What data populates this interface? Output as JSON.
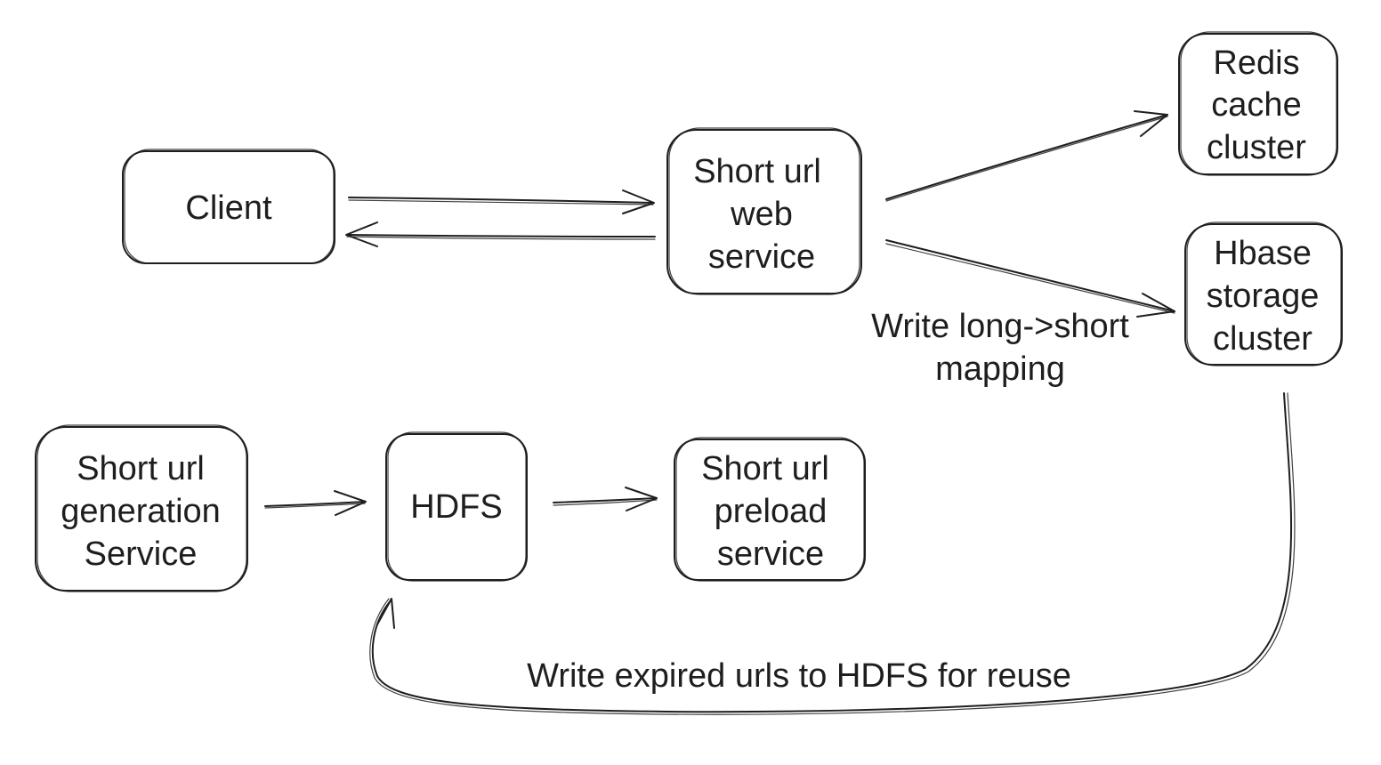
{
  "nodes": {
    "client": {
      "lines": [
        "Client"
      ]
    },
    "web_service": {
      "lines": [
        "Short url",
        "web",
        "service"
      ]
    },
    "redis": {
      "lines": [
        "Redis",
        "cache",
        "cluster"
      ]
    },
    "hbase": {
      "lines": [
        "Hbase",
        "storage",
        "cluster"
      ]
    },
    "generation": {
      "lines": [
        "Short url",
        "generation",
        "Service"
      ]
    },
    "hdfs": {
      "lines": [
        "HDFS"
      ]
    },
    "preload": {
      "lines": [
        "Short url",
        "preload",
        "service"
      ]
    }
  },
  "edges": {
    "client_to_web": {
      "from": "Client",
      "to": "Short url web service",
      "label": ""
    },
    "web_to_client": {
      "from": "Short url web service",
      "to": "Client",
      "label": ""
    },
    "web_to_redis": {
      "from": "Short url web service",
      "to": "Redis cache cluster",
      "label": ""
    },
    "web_to_hbase": {
      "from": "Short url web service",
      "to": "Hbase storage cluster",
      "label_lines": [
        "Write long->short",
        "mapping"
      ]
    },
    "generation_to_hdfs": {
      "from": "Short url generation Service",
      "to": "HDFS",
      "label": ""
    },
    "hdfs_to_preload": {
      "from": "HDFS",
      "to": "Short url preload service",
      "label": ""
    },
    "hbase_to_hdfs": {
      "from": "Hbase storage cluster",
      "to": "HDFS",
      "label": "Write expired urls to HDFS for reuse"
    }
  },
  "colors": {
    "stroke": "#1e1e1e",
    "background": "#ffffff"
  }
}
